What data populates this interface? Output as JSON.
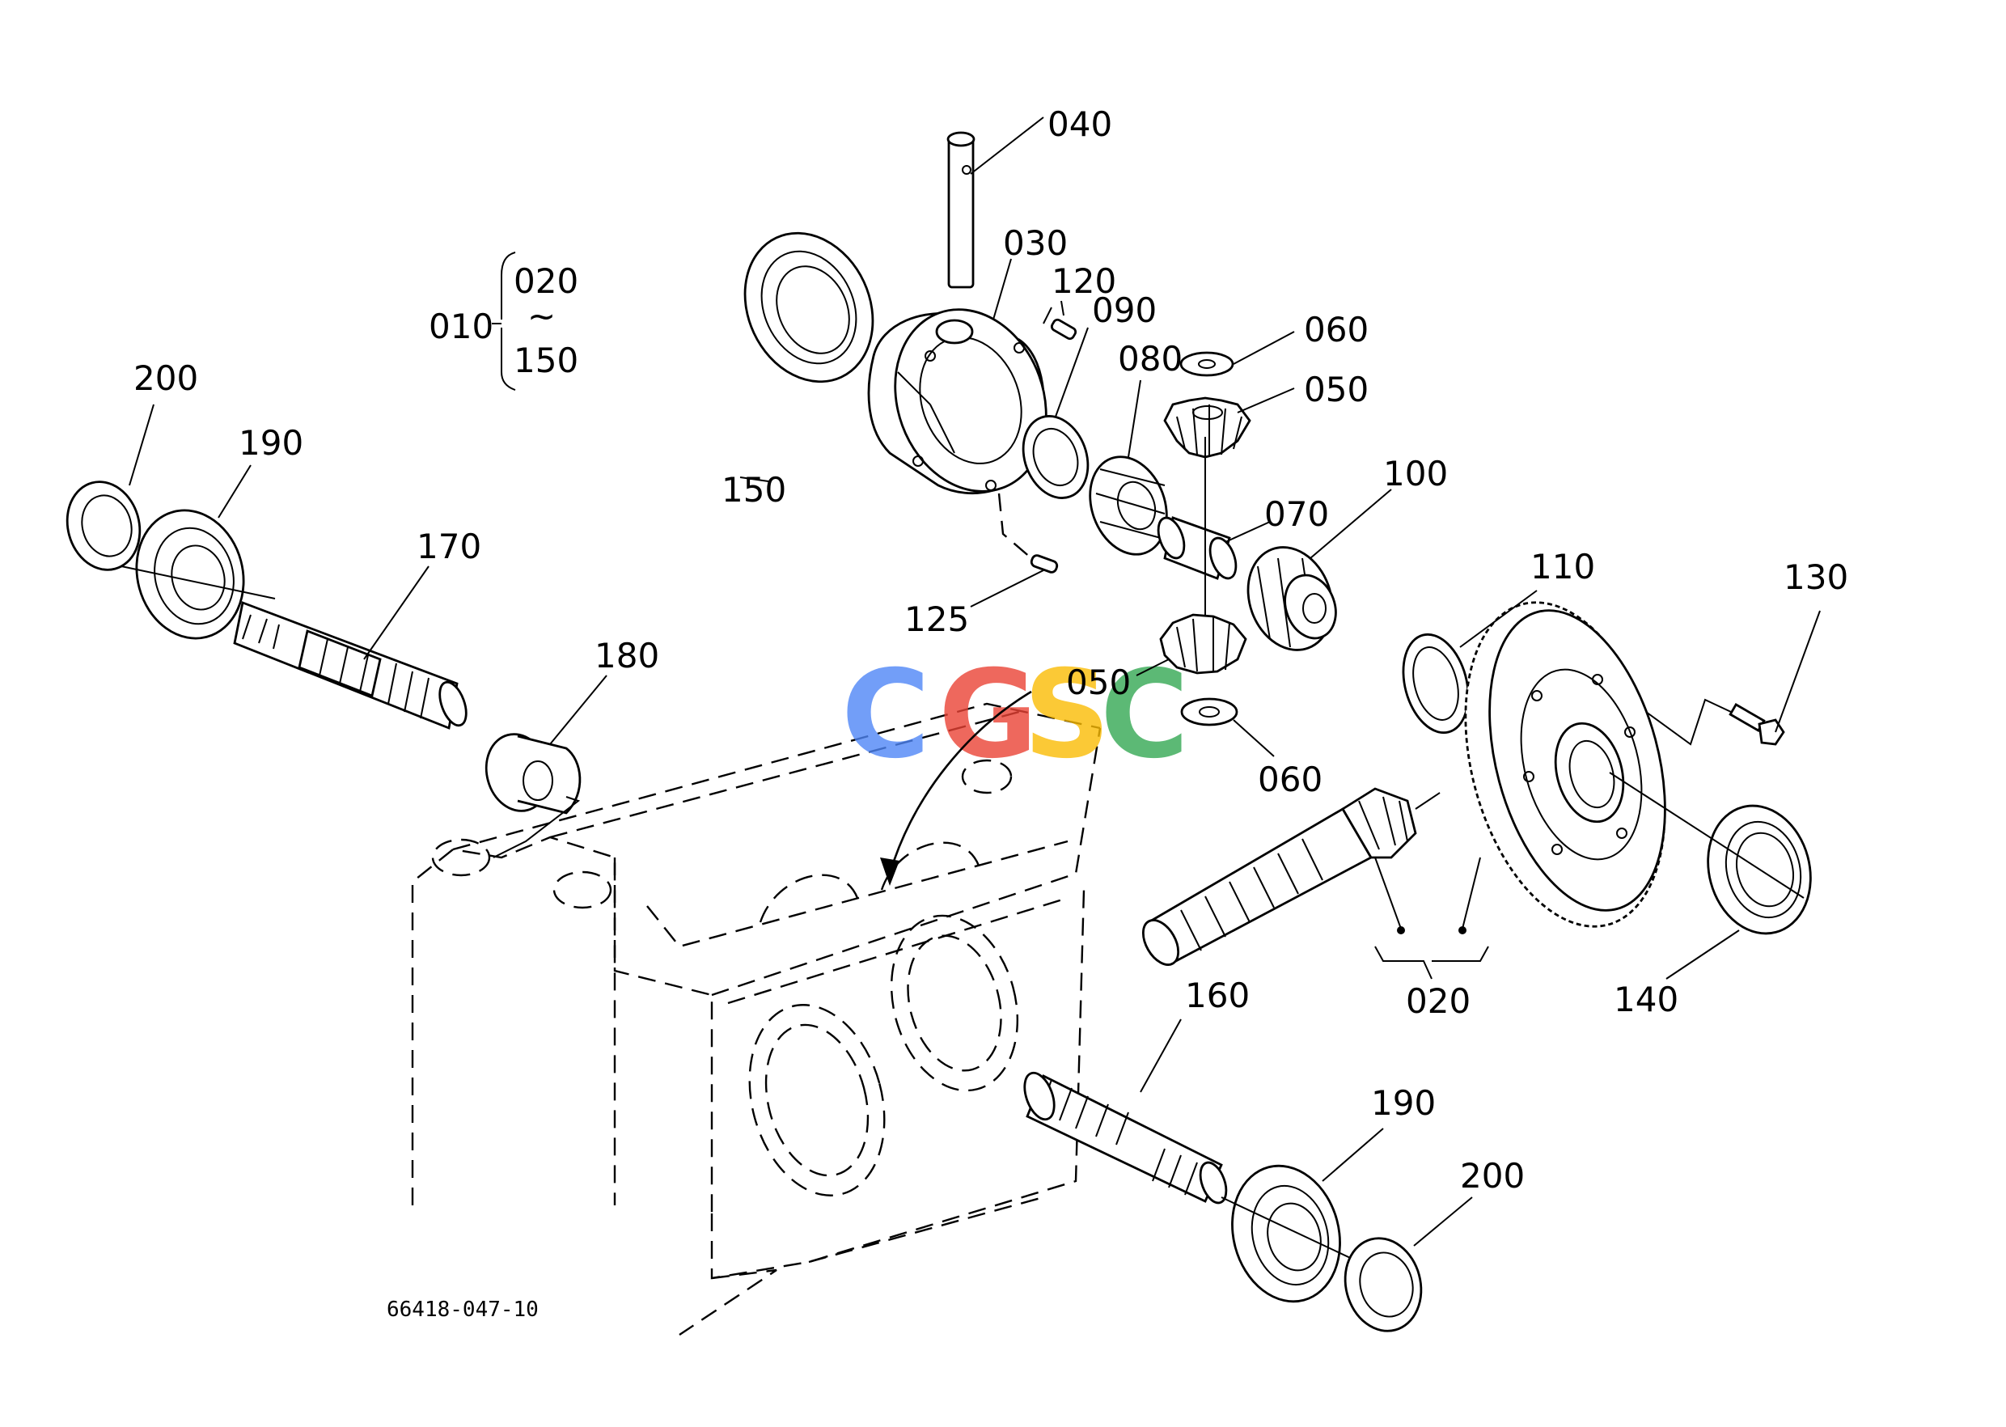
{
  "callouts": {
    "p040": "040",
    "p030": "030",
    "p120": "120",
    "p090": "090",
    "p060_top": "060",
    "p080": "080",
    "p050_top": "050",
    "p150": "150",
    "p070": "070",
    "p100": "100",
    "p110": "110",
    "p130": "130",
    "p125": "125",
    "p050_bottom": "050",
    "p060_bottom": "060",
    "p200_left": "200",
    "p190_left": "190",
    "p170": "170",
    "p180": "180",
    "p160": "160",
    "p190_right": "190",
    "p200_right": "200",
    "p140": "140",
    "p020_bottom": "020"
  },
  "assembly_bracket": {
    "parent": "010",
    "first": "020",
    "tilde": "~",
    "last": "150"
  },
  "diagram_code": "66418-047-10",
  "watermark": {
    "letters": [
      "C",
      "G",
      "S",
      "C"
    ],
    "colors": [
      "#4f86f7",
      "#ea4335",
      "#fbbc05",
      "#34a853"
    ]
  }
}
